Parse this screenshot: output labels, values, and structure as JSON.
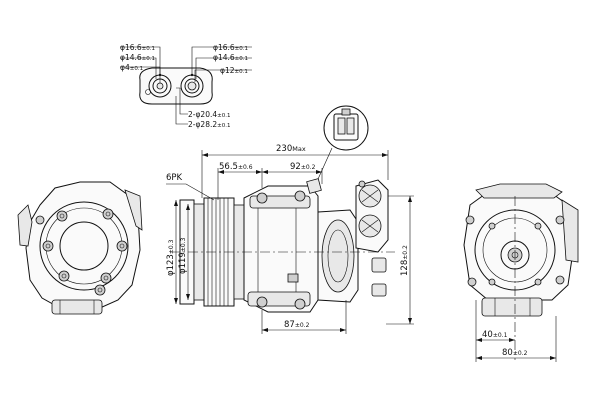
{
  "colors": {
    "ink": "#111111",
    "paper": "#ffffff",
    "fill": "#fafafa",
    "shade": "#e8e8e8"
  },
  "fitting": {
    "left": [
      {
        "symbol": "φ16.6",
        "tol": "±0.1"
      },
      {
        "symbol": "φ14.6",
        "tol": "±0.1"
      },
      {
        "symbol": "φ4",
        "tol": "±0.1"
      }
    ],
    "right": [
      {
        "symbol": "φ16.6",
        "tol": "±0.1"
      },
      {
        "symbol": "φ14.6",
        "tol": "±0.1"
      },
      {
        "symbol": "φ12",
        "tol": "±0.1"
      }
    ],
    "bottom": [
      {
        "symbol": "2-φ20.4",
        "tol": "±0.1"
      },
      {
        "symbol": "2-φ28.2",
        "tol": "±0.1"
      }
    ]
  },
  "side": {
    "overall": {
      "value": "230",
      "tol": "Max"
    },
    "offset1": {
      "value": "56.5",
      "tol": "±0.6"
    },
    "offset2": {
      "value": "92",
      "tol": "±0.2"
    },
    "pulley": "6PK",
    "dia_outer": {
      "value": "φ123",
      "tol": "±0.3"
    },
    "dia_inner": {
      "value": "φ119",
      "tol": "±0.3"
    },
    "height": {
      "value": "128",
      "tol": "±0.2"
    },
    "bottom": {
      "value": "87",
      "tol": "±0.2"
    }
  },
  "rear": {
    "w1": {
      "value": "40",
      "tol": "±0.1"
    },
    "w2": {
      "value": "80",
      "tol": "±0.2"
    }
  }
}
